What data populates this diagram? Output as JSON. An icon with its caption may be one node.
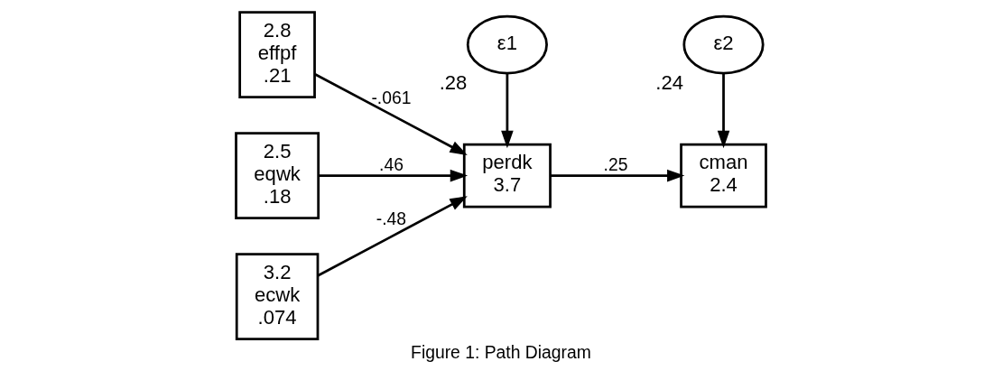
{
  "diagram": {
    "caption": "Figure 1: Path Diagram",
    "nodes": [
      {
        "text": [
          "2.8",
          "effpf",
          ".21"
        ]
      },
      {
        "text": [
          "2.5",
          "eqwk",
          ".18"
        ]
      },
      {
        "text": [
          "3.2",
          "ecwk",
          ".074"
        ]
      },
      {
        "text": [
          "perdk",
          "3.7"
        ]
      },
      {
        "text": [
          "ε1"
        ],
        "beside": [
          ".28"
        ]
      },
      {
        "text": [
          "cman",
          "2.4"
        ]
      },
      {
        "text": [
          "ε2"
        ],
        "beside": [
          ".24"
        ]
      }
    ],
    "edges": [
      {
        "from": 0,
        "to": 3,
        "arrow": "to",
        "label": "-.061"
      },
      {
        "from": 1,
        "to": 3,
        "arrow": "to",
        "label": ".46"
      },
      {
        "from": 2,
        "to": 3,
        "arrow": "to",
        "label": "-.48"
      },
      {
        "from": 4,
        "to": 3,
        "arrow": "to"
      },
      {
        "from": 3,
        "to": 5,
        "arrow": "to",
        "label": ".25"
      },
      {
        "from": 6,
        "to": 5,
        "arrow": "to"
      }
    ]
  }
}
